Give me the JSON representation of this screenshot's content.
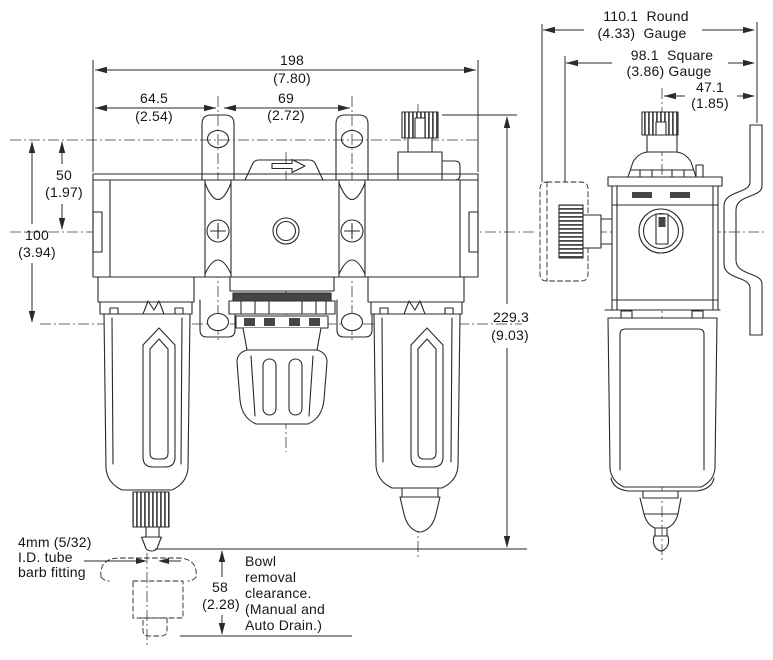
{
  "drawing": {
    "subject": "Filter-Regulator-Lubricator assembly dimensional drawing, front and side views",
    "line_color": "#2a2a2a",
    "background_color": "#ffffff"
  },
  "dimensions": {
    "overall_width_mm": "198",
    "overall_width_in": "(7.80)",
    "left_mount_mm": "64.5",
    "left_mount_in": "(2.54)",
    "mount_spacing_mm": "69",
    "mount_spacing_in": "(2.72)",
    "top_to_centerline_mm": "50",
    "top_to_centerline_in": "(1.97)",
    "mount_height_mm": "100",
    "mount_height_in": "(3.94)",
    "overall_height_mm": "229.3",
    "overall_height_in": "(9.03)",
    "round_gauge_mm": "110.1  Round",
    "round_gauge_in": "(4.33)  Gauge",
    "square_gauge_mm": "98.1  Square",
    "square_gauge_in": "(3.86) Gauge",
    "gauge_to_bracket_mm": "47.1",
    "gauge_to_bracket_in": "(1.85)",
    "bowl_clearance_mm": "58",
    "bowl_clearance_in": "(2.28)"
  },
  "notes": {
    "barb_line1": "4mm (5/32)",
    "barb_line2": "I.D. tube",
    "barb_line3": "barb fitting",
    "bowl_line1": "Bowl",
    "bowl_line2": "removal",
    "bowl_line3": "clearance.",
    "bowl_line4": "(Manual and",
    "bowl_line5": "Auto Drain.)"
  }
}
